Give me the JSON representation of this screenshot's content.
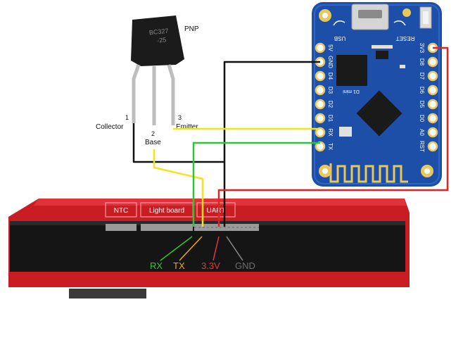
{
  "transistor": {
    "part_line1": "BC327",
    "part_line2": "-25",
    "type": "PNP",
    "pins": [
      {
        "number": "1",
        "name": "Collector"
      },
      {
        "number": "2",
        "name": "Base"
      },
      {
        "number": "3",
        "name": "Emitter"
      }
    ]
  },
  "mcu_board": {
    "usb_label": "USB",
    "reset_label": "RESET",
    "left_pins": [
      "5V",
      "GND",
      "D4",
      "D3",
      "D2",
      "D1",
      "RX",
      "TX"
    ],
    "right_pins": [
      "3V3",
      "D8",
      "D7",
      "D6",
      "D5",
      "D0",
      "A0",
      "RST"
    ],
    "chip_label": "D1 mini"
  },
  "meter": {
    "ports": [
      "NTC",
      "Light board",
      "UART"
    ]
  },
  "signals": [
    {
      "name": "RX",
      "color": "#35c43b"
    },
    {
      "name": "TX",
      "color": "#f0a810"
    },
    {
      "name": "3.3V",
      "color": "#e53935"
    },
    {
      "name": "GND",
      "color": "#6e6e6e"
    }
  ],
  "wire_colors": {
    "black": "#111111",
    "red": "#e02424",
    "yellow": "#f4e21a",
    "green": "#2ec43a"
  }
}
